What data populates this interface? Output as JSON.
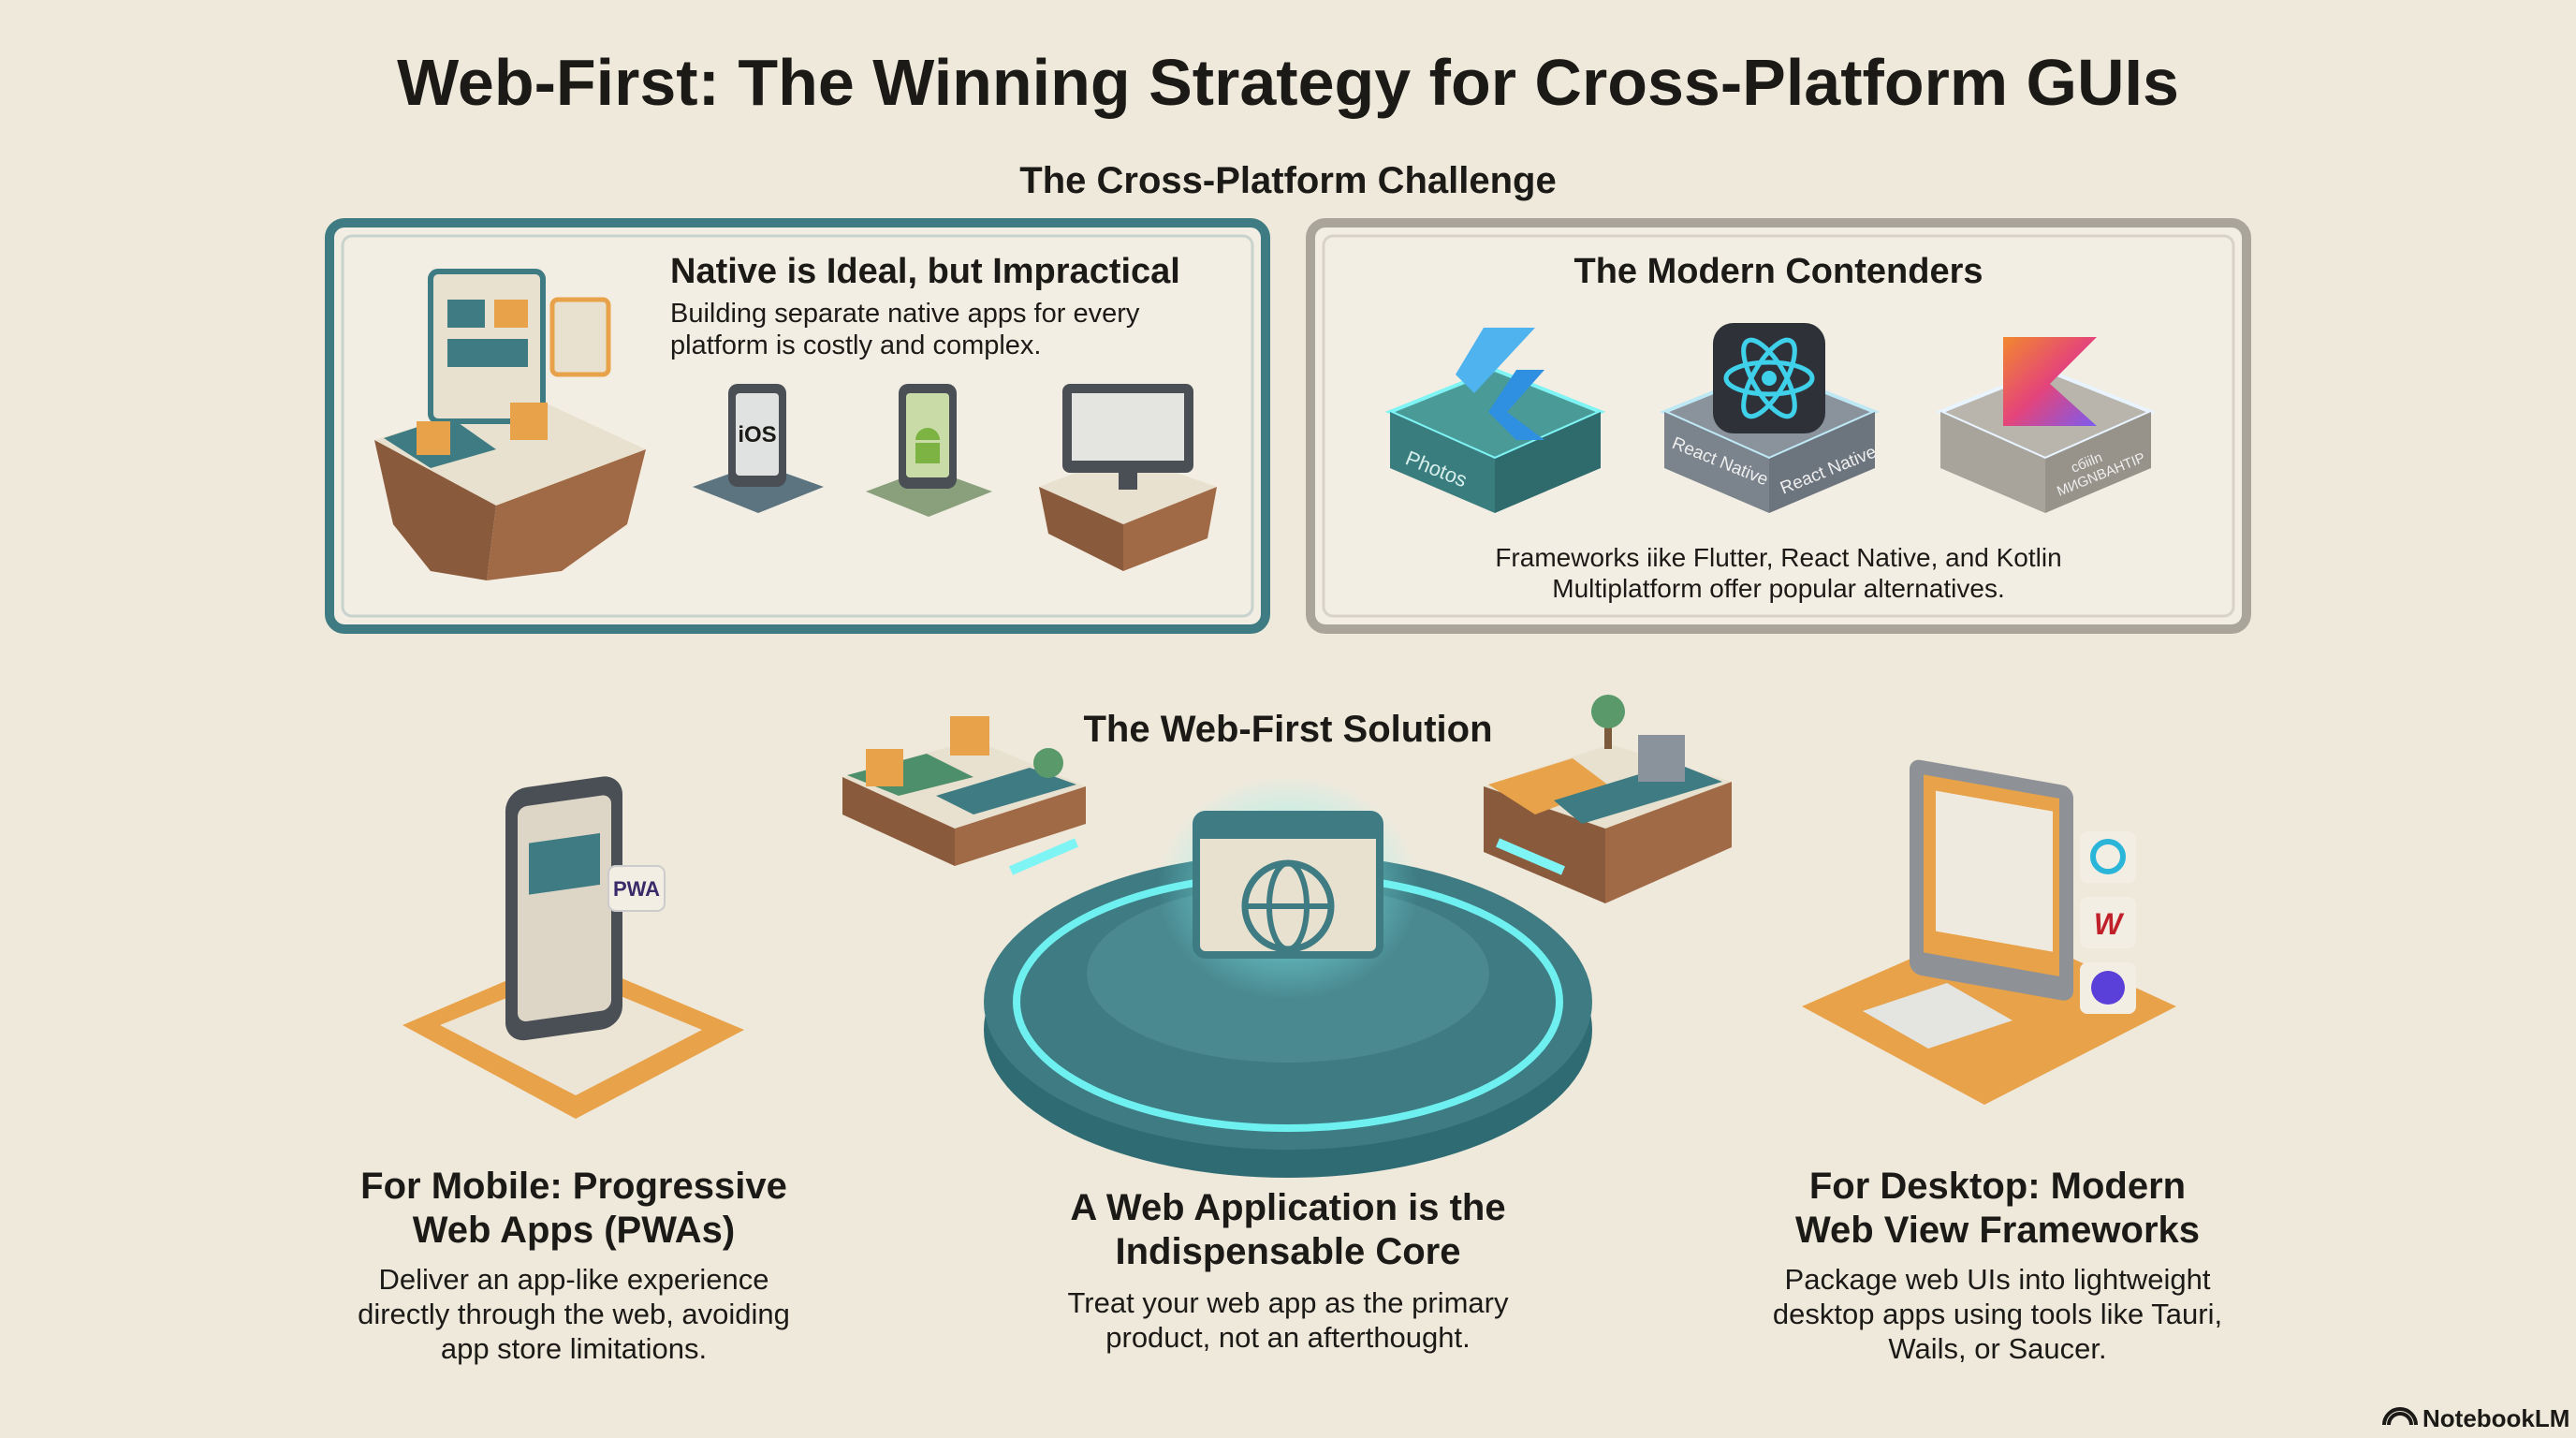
{
  "title": "Web-First: The Winning Strategy for Cross-Platform GUIs",
  "challenge": {
    "heading": "The Cross-Platform Challenge",
    "native": {
      "title": "Native is Ideal, but Impractical",
      "body": [
        "Building separate native apps for every",
        "platform is costly and complex."
      ],
      "ios_label": "iOS"
    },
    "contenders": {
      "title": "The Modern Contenders",
      "cube_labels": [
        "Photos",
        "React Native",
        "React Native",
        "cбiiln",
        "MИGNBAHTIP"
      ],
      "body": [
        "Frameworks iike Flutter, React Native, and Kotlin",
        "Multiplatform offer popular alternatives."
      ]
    }
  },
  "solution": {
    "heading": "The Web-First Solution",
    "pwa_badge": "PWA",
    "desktop_logo_text": "W",
    "columns": [
      {
        "title": [
          "For Mobile: Progressive",
          "Web Apps (PWAs)"
        ],
        "body": [
          "Deliver an app-like experience",
          "directly through the web, avoiding",
          "app store limitations."
        ]
      },
      {
        "title": [
          "A Web Application is the",
          "Indispensable Core"
        ],
        "body": [
          "Treat your web app as the primary",
          "product, not an afterthought."
        ]
      },
      {
        "title": [
          "For Desktop: Modern",
          "Web View Frameworks"
        ],
        "body": [
          "Package web UIs into lightweight",
          "desktop apps using tools like Tauri,",
          "Wails, or Saucer."
        ]
      }
    ]
  },
  "branding": "NotebookLM",
  "colors": {
    "background": "#efe9dc",
    "teal": "#3e7b82",
    "orange": "#e8a24a",
    "glow": "#4fe3e8",
    "gray_border": "#aaa59b"
  }
}
